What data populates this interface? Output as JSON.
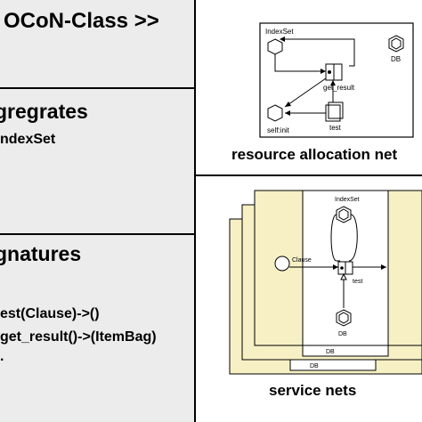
{
  "class_panel": {
    "header": "OCoN-Class >>",
    "aggregates_title": "gregrates",
    "aggregates_item": "ndexSet",
    "signatures_title": "gnatures",
    "signature_1": "est(Clause)->()",
    "signature_2": "get_result()->(ItemBag)",
    "signature_3": "."
  },
  "resource_allocation": {
    "caption": "resource allocation net",
    "labels": {
      "indexset": "IndexSet",
      "db": "DB",
      "get_result": "get_result",
      "self_init": "self:init",
      "test": "test"
    }
  },
  "service_nets": {
    "caption": "service nets",
    "labels": {
      "indexset": "IndexSet",
      "clause": "Clause",
      "test": "test",
      "db_inner": "DB",
      "db_stack_1": "DB",
      "db_stack_2": "DB"
    }
  },
  "colors": {
    "panel_bg": "#ececec",
    "paper": "#f6f0c4",
    "ink": "#000000"
  }
}
